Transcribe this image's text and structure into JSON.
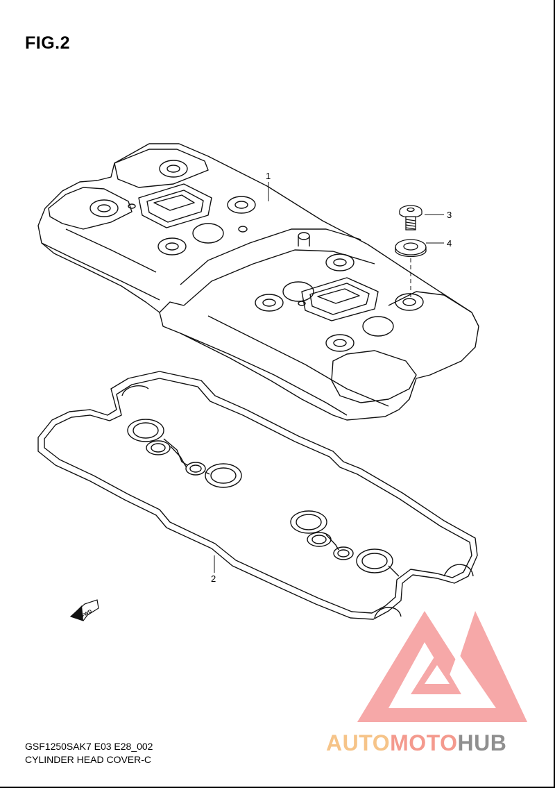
{
  "figure": {
    "title": "FIG.2",
    "diagram_code": "GSF1250SAK7 E03 E28_002",
    "diagram_name": "CYLINDER HEAD COVER-C"
  },
  "callouts": [
    "1",
    "2",
    "3",
    "4"
  ],
  "direction_marker": "FWD",
  "watermark": {
    "part1": "AUTO",
    "part2": "MOTO",
    "part3": "HUB",
    "colors": {
      "auto": "#f6c489",
      "moto": "#f49a8e",
      "hub": "#8f8f8f",
      "logo": "#f58f8f"
    }
  }
}
